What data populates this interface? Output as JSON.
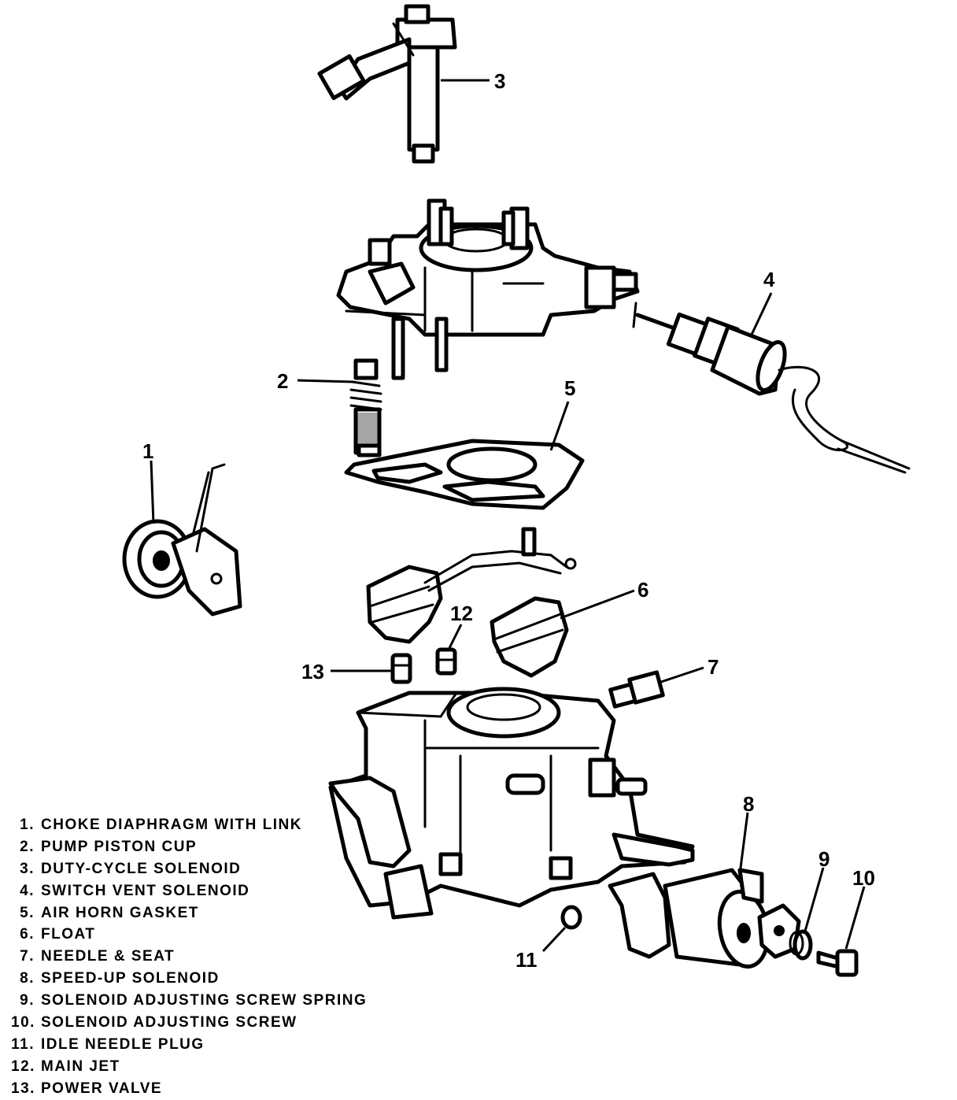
{
  "callouts": [
    "1",
    "2",
    "3",
    "4",
    "5",
    "6",
    "7",
    "8",
    "9",
    "10",
    "11",
    "12",
    "13"
  ],
  "legend": [
    {
      "number": "1.",
      "label": "CHOKE DIAPHRAGM WITH LINK"
    },
    {
      "number": "2.",
      "label": "PUMP PISTON CUP"
    },
    {
      "number": "3.",
      "label": "DUTY-CYCLE SOLENOID"
    },
    {
      "number": "4.",
      "label": "SWITCH VENT SOLENOID"
    },
    {
      "number": "5.",
      "label": "AIR HORN GASKET"
    },
    {
      "number": "6.",
      "label": "FLOAT"
    },
    {
      "number": "7.",
      "label": "NEEDLE & SEAT"
    },
    {
      "number": "8.",
      "label": "SPEED-UP SOLENOID"
    },
    {
      "number": "9.",
      "label": "SOLENOID ADJUSTING SCREW SPRING"
    },
    {
      "number": "10.",
      "label": "SOLENOID ADJUSTING SCREW"
    },
    {
      "number": "11.",
      "label": "IDLE NEEDLE PLUG"
    },
    {
      "number": "12.",
      "label": "MAIN JET"
    },
    {
      "number": "13.",
      "label": "POWER VALVE"
    }
  ]
}
